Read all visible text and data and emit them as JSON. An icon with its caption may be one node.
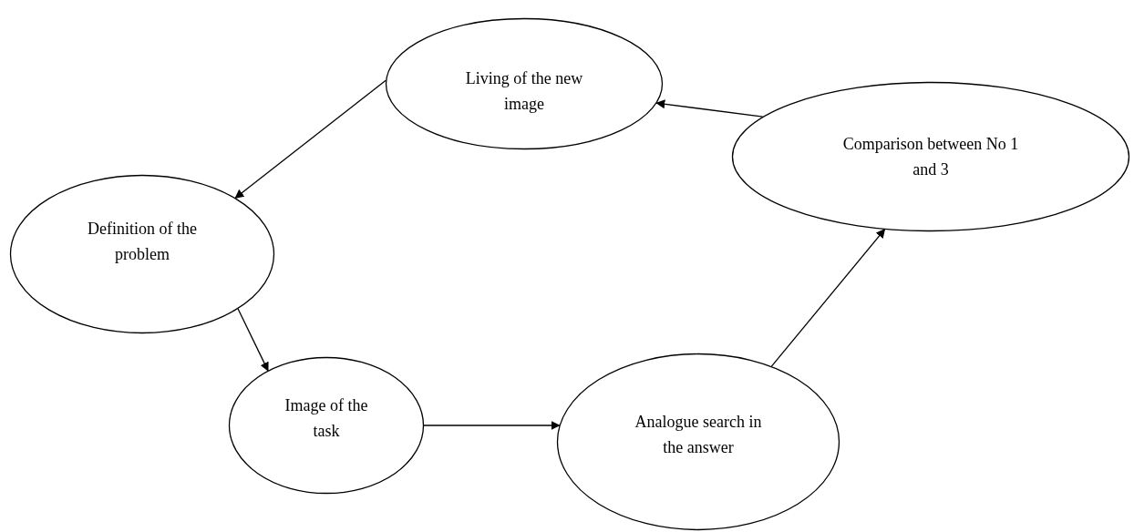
{
  "diagram": {
    "nodes": [
      {
        "text": [
          "Living of the new image"
        ]
      },
      {
        "text": [
          "Comparison between No 1 and 3"
        ]
      },
      {
        "text": [
          "Definition of the problem"
        ]
      },
      {
        "text": [
          "Image of the task"
        ]
      },
      {
        "text": [
          "Analogue search in the answer"
        ]
      }
    ],
    "edges": [
      {
        "from": 1,
        "to": 0,
        "arrow": "to"
      },
      {
        "from": 0,
        "to": 2,
        "arrow": "to"
      },
      {
        "from": 2,
        "to": 3,
        "arrow": "to"
      },
      {
        "from": 3,
        "to": 4,
        "arrow": "to"
      },
      {
        "from": 4,
        "to": 1,
        "arrow": "to"
      }
    ]
  }
}
